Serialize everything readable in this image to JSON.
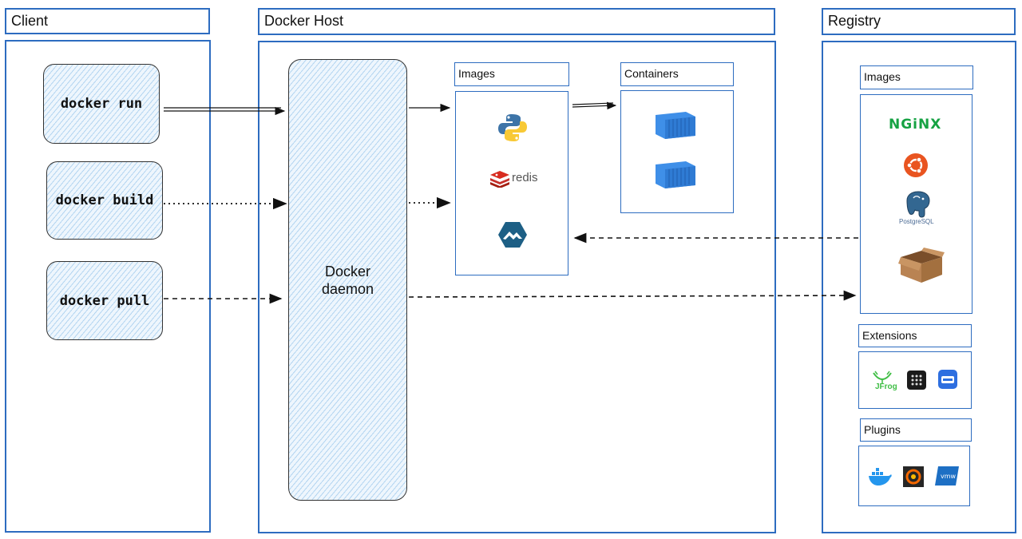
{
  "client": {
    "title": "Client",
    "commands": [
      "docker run",
      "docker build",
      "docker pull"
    ]
  },
  "host": {
    "title": "Docker Host",
    "daemon_line1": "Docker",
    "daemon_line2": "daemon",
    "images_title": "Images",
    "containers_title": "Containers",
    "redis_label": "redis"
  },
  "registry": {
    "title": "Registry",
    "images_title": "Images",
    "extensions_title": "Extensions",
    "plugins_title": "Plugins",
    "nginx_label": "NGiNX",
    "postgres_label": "PostgreSQL",
    "jfrog_label": "JFrog",
    "vmw_label": "vmw"
  },
  "colors": {
    "panel_border": "#2d6cc0",
    "hatch_fill": "#eef6fd",
    "container_blue": "#3f8fe8"
  }
}
